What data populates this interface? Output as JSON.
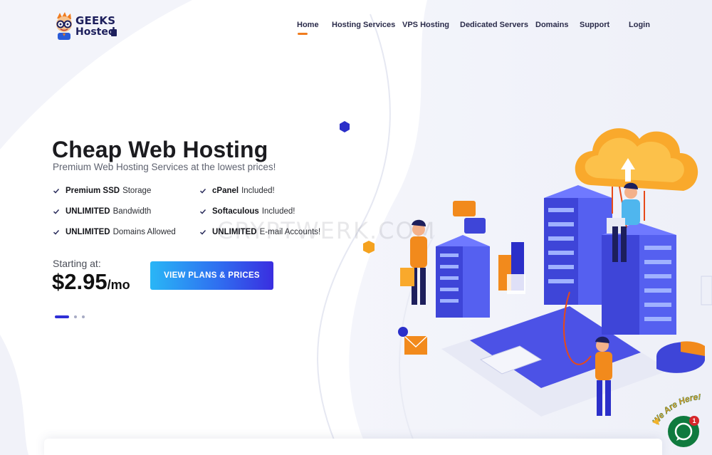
{
  "logo": {
    "line1": "GEEKS",
    "line2": "Hosted"
  },
  "nav": {
    "items": [
      {
        "label": "Home",
        "active": true
      },
      {
        "label": "Hosting Services"
      },
      {
        "label": "VPS Hosting"
      },
      {
        "label": "Dedicated Servers"
      },
      {
        "label": "Domains"
      },
      {
        "label": "Support"
      },
      {
        "label": "Login"
      }
    ],
    "active_color": "#f07c1f"
  },
  "hero": {
    "title": "Cheap Web Hosting",
    "subtitle": "Premium Web Hosting Services at the lowest prices!",
    "features": [
      {
        "bold": "Premium SSD",
        "rest": "Storage"
      },
      {
        "bold": "cPanel",
        "rest": "Included!"
      },
      {
        "bold": "UNLIMITED",
        "rest": "Bandwidth"
      },
      {
        "bold": "Softaculous",
        "rest": "Included!"
      },
      {
        "bold": "UNLIMITED",
        "rest": "Domains Allowed"
      },
      {
        "bold": "UNLIMITED",
        "rest": "E-mail Accounts!"
      }
    ],
    "starting_label": "Starting at:",
    "price": "$2.95",
    "price_period": "/mo",
    "cta_label": "VIEW PLANS & PRICES",
    "slider_dots": 3,
    "active_slide": 1
  },
  "watermark": "CRYPTWERK.COM",
  "chat": {
    "tag": "We Are Here!",
    "badge": "1",
    "icon": "chat-bubble-icon"
  },
  "colors": {
    "brand_navy": "#1d1f5c",
    "accent_orange": "#f07c1f",
    "cta_start": "#29b6f6",
    "cta_end": "#3a2ee0"
  }
}
